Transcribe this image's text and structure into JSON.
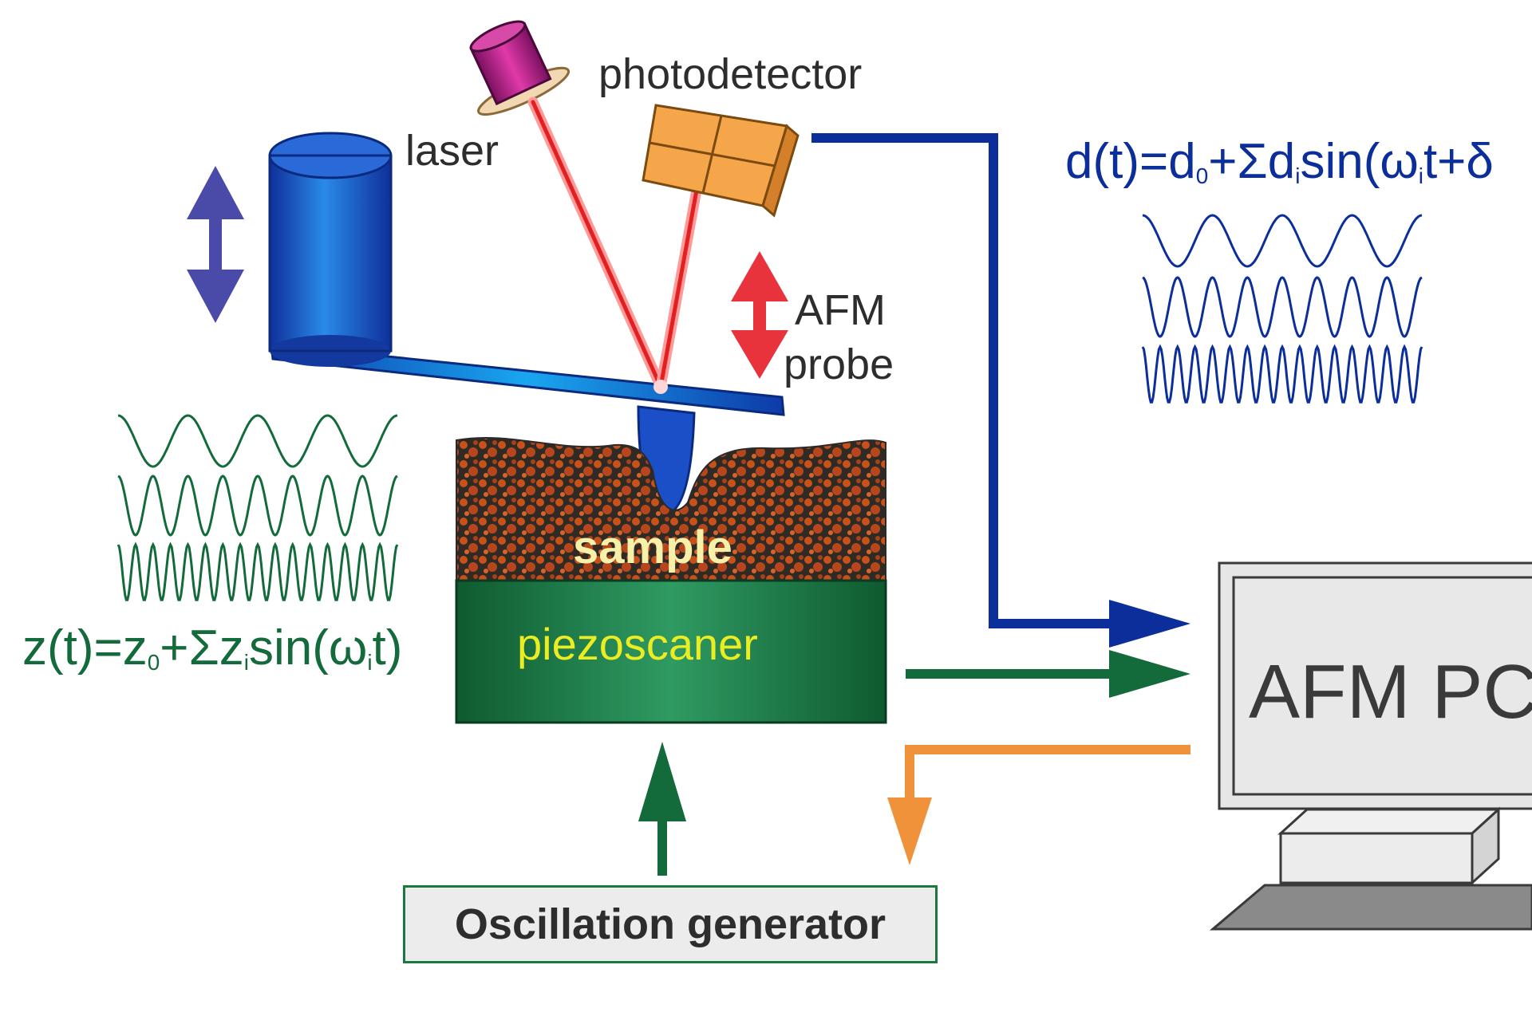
{
  "labels": {
    "photodetector": "photodetector",
    "laser": "laser",
    "afm": "AFM",
    "probe": "probe",
    "sample": "sample",
    "piezoscanner": "piezoscaner",
    "oscillation_generator": "Oscillation generator",
    "afm_pc": "AFM PC"
  },
  "equations": {
    "deflection": {
      "pre": "d(t)=d",
      "sub1": "0",
      "mid": "+Σd",
      "sub2": "i",
      "mid2": "sin(ω",
      "sub3": "i",
      "post": "t+δ"
    },
    "height": {
      "pre": "z(t)=z",
      "sub1": "0",
      "mid": "+Σz",
      "sub2": "i",
      "mid2": "sin(ω",
      "sub3": "i",
      "post": "t)"
    }
  },
  "colors": {
    "signal_deflection": "#0b2e9a",
    "signal_height": "#136a3a",
    "signal_feedback": "#f0923a",
    "laser_beam": "#e32020",
    "vertical_arrow_stage": "#4a4aa8",
    "vertical_arrow_probe": "#e8323c",
    "cantilever": "#1a5fd0",
    "photodetector": "#f5a64a",
    "laser_head": "#c0208a",
    "sample": "#8a3a10",
    "piezoscanner": "#1f7a48",
    "pc_frame": "#e6e6e6"
  },
  "icons": [
    "laser-icon",
    "photodetector-icon",
    "scanner-column-icon",
    "monitor-icon",
    "keyboard-icon"
  ]
}
